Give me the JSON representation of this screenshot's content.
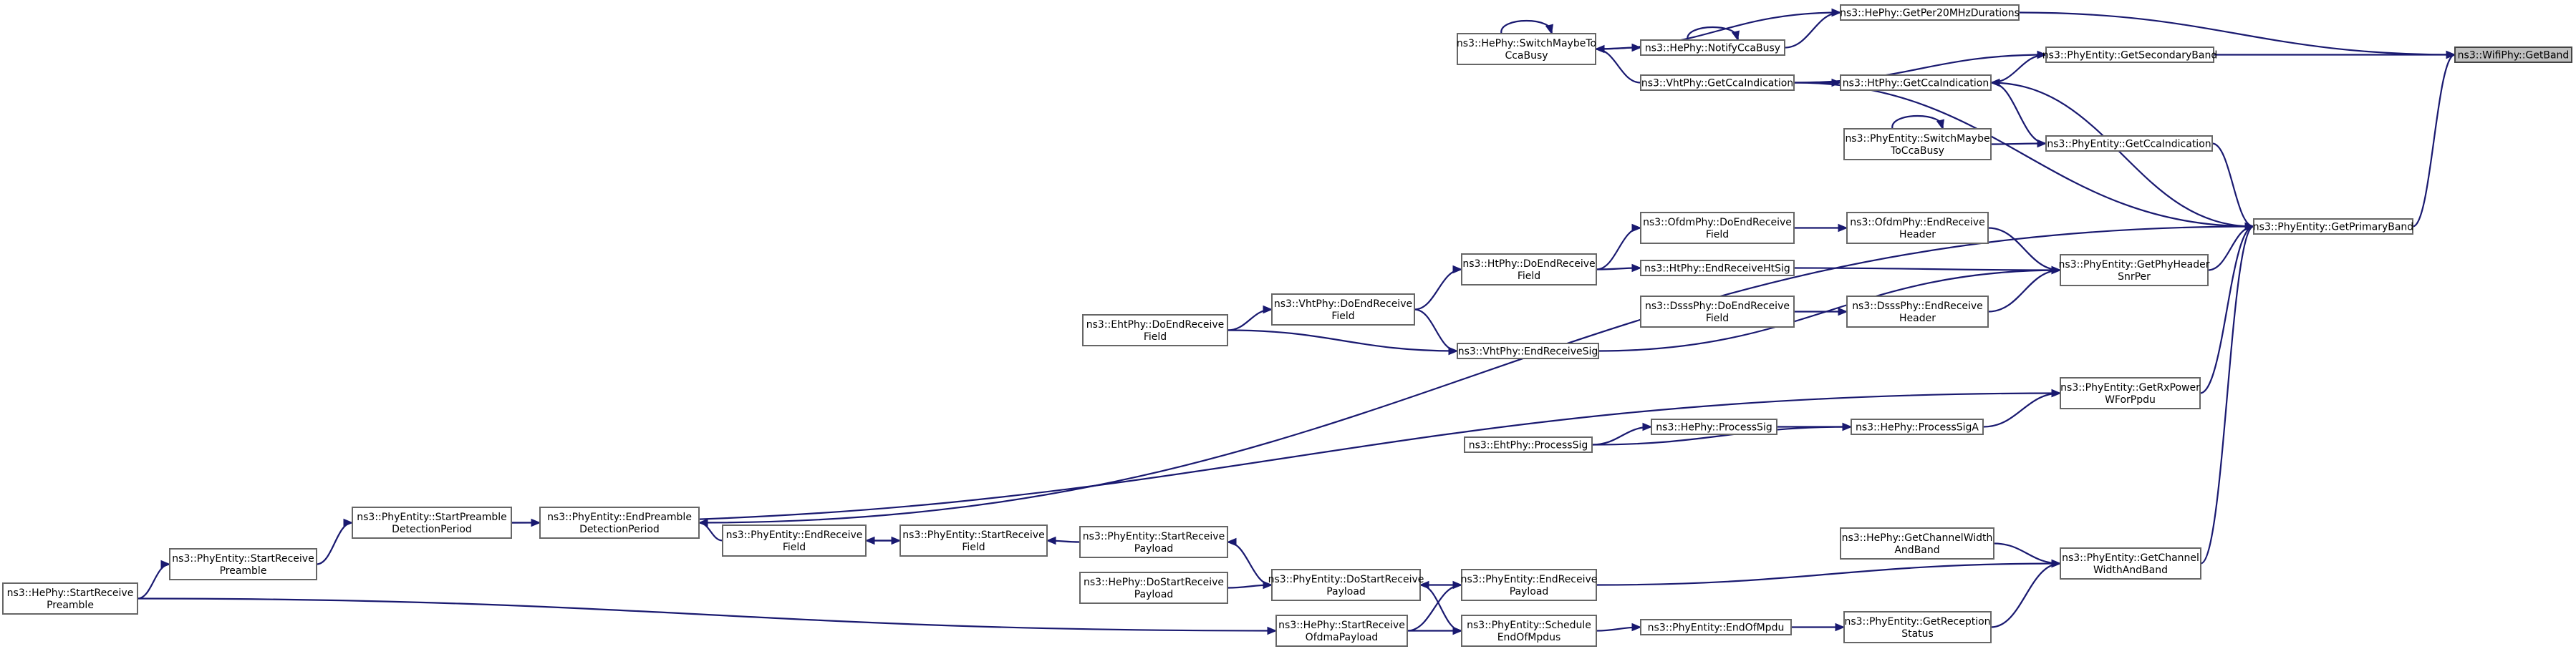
{
  "graph": {
    "direction": "right-to-left call graph",
    "root": "WifiPhy_GetBand",
    "colors": {
      "edge": "#191970",
      "node_border": "#666666",
      "root_fill": "#bfbfbf",
      "node_fill": "#ffffff"
    },
    "nodes": [
      {
        "id": "WifiPhy_GetBand",
        "lines": [
          "ns3::WifiPhy::GetBand"
        ],
        "root": true
      },
      {
        "id": "HePhy_GetPer20MHzDurations",
        "lines": [
          "ns3::HePhy::GetPer20MHzDurations"
        ]
      },
      {
        "id": "PhyEntity_GetSecondaryBand",
        "lines": [
          "ns3::PhyEntity::GetSecondaryBand"
        ]
      },
      {
        "id": "PhyEntity_GetPrimaryBand",
        "lines": [
          "ns3::PhyEntity::GetPrimaryBand"
        ]
      },
      {
        "id": "HePhy_SwitchMaybeToCcaBusy",
        "lines": [
          "ns3::HePhy::SwitchMaybeTo",
          "CcaBusy"
        ]
      },
      {
        "id": "HePhy_NotifyCcaBusy",
        "lines": [
          "ns3::HePhy::NotifyCcaBusy"
        ]
      },
      {
        "id": "VhtPhy_GetCcaIndication",
        "lines": [
          "ns3::VhtPhy::GetCcaIndication"
        ]
      },
      {
        "id": "HtPhy_GetCcaIndication",
        "lines": [
          "ns3::HtPhy::GetCcaIndication"
        ]
      },
      {
        "id": "PhyEntity_SwitchMaybeToCcaBusy",
        "lines": [
          "ns3::PhyEntity::SwitchMaybe",
          "ToCcaBusy"
        ]
      },
      {
        "id": "PhyEntity_GetCcaIndication",
        "lines": [
          "ns3::PhyEntity::GetCcaIndication"
        ]
      },
      {
        "id": "OfdmPhy_DoEndReceiveField",
        "lines": [
          "ns3::OfdmPhy::DoEndReceive",
          "Field"
        ]
      },
      {
        "id": "OfdmPhy_EndReceiveHeader",
        "lines": [
          "ns3::OfdmPhy::EndReceive",
          "Header"
        ]
      },
      {
        "id": "HtPhy_DoEndReceiveField",
        "lines": [
          "ns3::HtPhy::DoEndReceive",
          "Field"
        ]
      },
      {
        "id": "HtPhy_EndReceiveHtSig",
        "lines": [
          "ns3::HtPhy::EndReceiveHtSig"
        ]
      },
      {
        "id": "PhyEntity_GetPhyHeaderSnrPer",
        "lines": [
          "ns3::PhyEntity::GetPhyHeader",
          "SnrPer"
        ]
      },
      {
        "id": "VhtPhy_DoEndReceiveField",
        "lines": [
          "ns3::VhtPhy::DoEndReceive",
          "Field"
        ]
      },
      {
        "id": "DsssPhy_DoEndReceiveField",
        "lines": [
          "ns3::DsssPhy::DoEndReceive",
          "Field"
        ]
      },
      {
        "id": "DsssPhy_EndReceiveHeader",
        "lines": [
          "ns3::DsssPhy::EndReceive",
          "Header"
        ]
      },
      {
        "id": "EhtPhy_DoEndReceiveField",
        "lines": [
          "ns3::EhtPhy::DoEndReceive",
          "Field"
        ]
      },
      {
        "id": "VhtPhy_EndReceiveSig",
        "lines": [
          "ns3::VhtPhy::EndReceiveSig"
        ]
      },
      {
        "id": "PhyEntity_GetRxPowerWForPpdu",
        "lines": [
          "ns3::PhyEntity::GetRxPower",
          "WForPpdu"
        ]
      },
      {
        "id": "HePhy_ProcessSig",
        "lines": [
          "ns3::HePhy::ProcessSig"
        ]
      },
      {
        "id": "HePhy_ProcessSigA",
        "lines": [
          "ns3::HePhy::ProcessSigA"
        ]
      },
      {
        "id": "EhtPhy_ProcessSig",
        "lines": [
          "ns3::EhtPhy::ProcessSig"
        ]
      },
      {
        "id": "PhyEntity_StartPreambleDetectionPeriod",
        "lines": [
          "ns3::PhyEntity::StartPreamble",
          "DetectionPeriod"
        ]
      },
      {
        "id": "PhyEntity_EndPreambleDetectionPeriod",
        "lines": [
          "ns3::PhyEntity::EndPreamble",
          "DetectionPeriod"
        ]
      },
      {
        "id": "PhyEntity_StartReceivePreamble",
        "lines": [
          "ns3::PhyEntity::StartReceive",
          "Preamble"
        ]
      },
      {
        "id": "PhyEntity_EndReceiveField",
        "lines": [
          "ns3::PhyEntity::EndReceive",
          "Field"
        ]
      },
      {
        "id": "PhyEntity_StartReceiveField",
        "lines": [
          "ns3::PhyEntity::StartReceive",
          "Field"
        ]
      },
      {
        "id": "PhyEntity_StartReceivePayload",
        "lines": [
          "ns3::PhyEntity::StartReceive",
          "Payload"
        ]
      },
      {
        "id": "HePhy_StartReceivePreamble",
        "lines": [
          "ns3::HePhy::StartReceive",
          "Preamble"
        ]
      },
      {
        "id": "HePhy_DoStartReceivePayload",
        "lines": [
          "ns3::HePhy::DoStartReceive",
          "Payload"
        ]
      },
      {
        "id": "PhyEntity_DoStartReceivePayload",
        "lines": [
          "ns3::PhyEntity::DoStartReceive",
          "Payload"
        ]
      },
      {
        "id": "PhyEntity_EndReceivePayload",
        "lines": [
          "ns3::PhyEntity::EndReceive",
          "Payload"
        ]
      },
      {
        "id": "HePhy_GetChannelWidthAndBand",
        "lines": [
          "ns3::HePhy::GetChannelWidth",
          "AndBand"
        ]
      },
      {
        "id": "PhyEntity_GetChannelWidthAndBand",
        "lines": [
          "ns3::PhyEntity::GetChannel",
          "WidthAndBand"
        ]
      },
      {
        "id": "HePhy_StartReceiveOfdmaPayload",
        "lines": [
          "ns3::HePhy::StartReceive",
          "OfdmaPayload"
        ]
      },
      {
        "id": "PhyEntity_ScheduleEndOfMpdus",
        "lines": [
          "ns3::PhyEntity::Schedule",
          "EndOfMpdus"
        ]
      },
      {
        "id": "PhyEntity_EndOfMpdu",
        "lines": [
          "ns3::PhyEntity::EndOfMpdu"
        ]
      },
      {
        "id": "PhyEntity_GetReceptionStatus",
        "lines": [
          "ns3::PhyEntity::GetReception",
          "Status"
        ]
      }
    ],
    "edges": [
      {
        "from": "HePhy_GetPer20MHzDurations",
        "to": "WifiPhy_GetBand"
      },
      {
        "from": "PhyEntity_GetSecondaryBand",
        "to": "WifiPhy_GetBand"
      },
      {
        "from": "PhyEntity_GetPrimaryBand",
        "to": "WifiPhy_GetBand"
      },
      {
        "from": "HePhy_SwitchMaybeToCcaBusy",
        "to": "HePhy_GetPer20MHzDurations"
      },
      {
        "from": "HePhy_NotifyCcaBusy",
        "to": "HePhy_GetPer20MHzDurations"
      },
      {
        "from": "HePhy_SwitchMaybeToCcaBusy",
        "to": "HePhy_SwitchMaybeToCcaBusy"
      },
      {
        "from": "HePhy_NotifyCcaBusy",
        "to": "HePhy_NotifyCcaBusy"
      },
      {
        "from": "HePhy_SwitchMaybeToCcaBusy",
        "to": "HePhy_NotifyCcaBusy"
      },
      {
        "from": "VhtPhy_GetCcaIndication",
        "to": "HePhy_SwitchMaybeToCcaBusy"
      },
      {
        "from": "VhtPhy_GetCcaIndication",
        "to": "PhyEntity_GetSecondaryBand"
      },
      {
        "from": "HtPhy_GetCcaIndication",
        "to": "PhyEntity_GetSecondaryBand"
      },
      {
        "from": "VhtPhy_GetCcaIndication",
        "to": "HtPhy_GetCcaIndication"
      },
      {
        "from": "HtPhy_GetCcaIndication",
        "to": "PhyEntity_GetPrimaryBand"
      },
      {
        "from": "VhtPhy_GetCcaIndication",
        "to": "PhyEntity_GetPrimaryBand"
      },
      {
        "from": "PhyEntity_GetCcaIndication",
        "to": "HtPhy_GetCcaIndication"
      },
      {
        "from": "PhyEntity_SwitchMaybeToCcaBusy",
        "to": "PhyEntity_SwitchMaybeToCcaBusy"
      },
      {
        "from": "PhyEntity_SwitchMaybeToCcaBusy",
        "to": "PhyEntity_GetCcaIndication"
      },
      {
        "from": "PhyEntity_GetCcaIndication",
        "to": "PhyEntity_GetPrimaryBand"
      },
      {
        "from": "PhyEntity_GetPhyHeaderSnrPer",
        "to": "PhyEntity_GetPrimaryBand"
      },
      {
        "from": "OfdmPhy_EndReceiveHeader",
        "to": "PhyEntity_GetPhyHeaderSnrPer"
      },
      {
        "from": "HtPhy_EndReceiveHtSig",
        "to": "PhyEntity_GetPhyHeaderSnrPer"
      },
      {
        "from": "DsssPhy_EndReceiveHeader",
        "to": "PhyEntity_GetPhyHeaderSnrPer"
      },
      {
        "from": "VhtPhy_EndReceiveSig",
        "to": "PhyEntity_GetPhyHeaderSnrPer"
      },
      {
        "from": "OfdmPhy_DoEndReceiveField",
        "to": "OfdmPhy_EndReceiveHeader"
      },
      {
        "from": "HtPhy_DoEndReceiveField",
        "to": "OfdmPhy_DoEndReceiveField"
      },
      {
        "from": "HtPhy_DoEndReceiveField",
        "to": "HtPhy_EndReceiveHtSig"
      },
      {
        "from": "VhtPhy_DoEndReceiveField",
        "to": "HtPhy_DoEndReceiveField"
      },
      {
        "from": "VhtPhy_DoEndReceiveField",
        "to": "VhtPhy_EndReceiveSig"
      },
      {
        "from": "EhtPhy_DoEndReceiveField",
        "to": "VhtPhy_DoEndReceiveField"
      },
      {
        "from": "EhtPhy_DoEndReceiveField",
        "to": "VhtPhy_EndReceiveSig"
      },
      {
        "from": "DsssPhy_DoEndReceiveField",
        "to": "DsssPhy_EndReceiveHeader"
      },
      {
        "from": "PhyEntity_GetRxPowerWForPpdu",
        "to": "PhyEntity_GetPrimaryBand"
      },
      {
        "from": "HePhy_ProcessSigA",
        "to": "PhyEntity_GetRxPowerWForPpdu"
      },
      {
        "from": "HePhy_ProcessSig",
        "to": "HePhy_ProcessSigA"
      },
      {
        "from": "EhtPhy_ProcessSig",
        "to": "HePhy_ProcessSig"
      },
      {
        "from": "EhtPhy_ProcessSig",
        "to": "HePhy_ProcessSigA"
      },
      {
        "from": "PhyEntity_StartPreambleDetectionPeriod",
        "to": "PhyEntity_GetRxPowerWForPpdu"
      },
      {
        "from": "PhyEntity_EndPreambleDetectionPeriod",
        "to": "PhyEntity_GetPrimaryBand"
      },
      {
        "from": "PhyEntity_StartPreambleDetectionPeriod",
        "to": "PhyEntity_EndPreambleDetectionPeriod"
      },
      {
        "from": "PhyEntity_StartReceivePreamble",
        "to": "PhyEntity_StartPreambleDetectionPeriod"
      },
      {
        "from": "HePhy_StartReceivePreamble",
        "to": "PhyEntity_StartReceivePreamble"
      },
      {
        "from": "PhyEntity_EndReceiveField",
        "to": "PhyEntity_EndPreambleDetectionPeriod"
      },
      {
        "from": "PhyEntity_StartReceiveField",
        "to": "PhyEntity_EndReceiveField"
      },
      {
        "from": "PhyEntity_EndReceiveField",
        "to": "PhyEntity_StartReceiveField"
      },
      {
        "from": "PhyEntity_StartReceivePayload",
        "to": "PhyEntity_StartReceiveField"
      },
      {
        "from": "PhyEntity_DoStartReceivePayload",
        "to": "PhyEntity_StartReceivePayload"
      },
      {
        "from": "HePhy_DoStartReceivePayload",
        "to": "PhyEntity_DoStartReceivePayload"
      },
      {
        "from": "PhyEntity_EndReceivePayload",
        "to": "PhyEntity_DoStartReceivePayload"
      },
      {
        "from": "PhyEntity_EndReceivePayload",
        "to": "PhyEntity_GetChannelWidthAndBand"
      },
      {
        "from": "PhyEntity_GetChannelWidthAndBand",
        "to": "PhyEntity_GetPrimaryBand"
      },
      {
        "from": "HePhy_GetChannelWidthAndBand",
        "to": "PhyEntity_GetChannelWidthAndBand"
      },
      {
        "from": "PhyEntity_GetReceptionStatus",
        "to": "PhyEntity_GetChannelWidthAndBand"
      },
      {
        "from": "PhyEntity_EndOfMpdu",
        "to": "PhyEntity_GetReceptionStatus"
      },
      {
        "from": "PhyEntity_ScheduleEndOfMpdus",
        "to": "PhyEntity_EndOfMpdu"
      },
      {
        "from": "PhyEntity_DoStartReceivePayload",
        "to": "PhyEntity_ScheduleEndOfMpdus"
      },
      {
        "from": "HePhy_StartReceiveOfdmaPayload",
        "to": "PhyEntity_ScheduleEndOfMpdus"
      },
      {
        "from": "HePhy_StartReceiveOfdmaPayload",
        "to": "PhyEntity_EndReceivePayload"
      },
      {
        "from": "HePhy_StartReceivePreamble",
        "to": "HePhy_StartReceiveOfdmaPayload"
      }
    ]
  }
}
